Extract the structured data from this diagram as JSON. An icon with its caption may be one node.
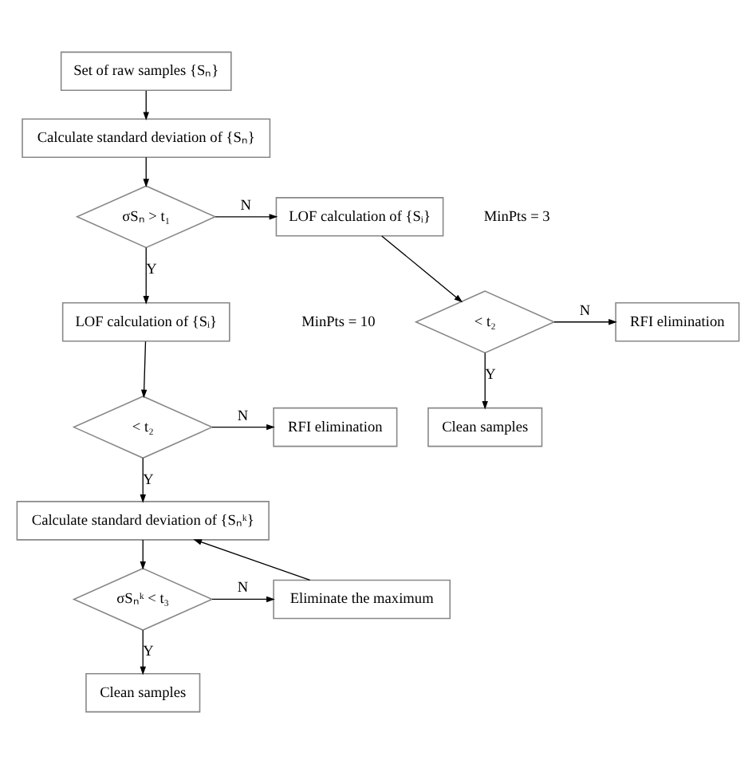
{
  "diagram": {
    "nodes": [
      {
        "text": [
          "Set of raw samples {Sₙ}"
        ]
      },
      {
        "text": [
          "Calculate standard deviation of {Sₙ}"
        ]
      },
      {
        "text": [
          "σSₙ > t₁"
        ]
      },
      {
        "text": [
          "LOF calculation of {Sᵢ}"
        ]
      },
      {
        "text": [
          "< t₂"
        ]
      },
      {
        "text": [
          "RFI elimination"
        ]
      },
      {
        "text": [
          "Calculate standard deviation of {Sₙᵏ}"
        ]
      },
      {
        "text": [
          "Eliminate the maximum"
        ]
      },
      {
        "text": [
          "σSₙᵏ < t₃"
        ]
      },
      {
        "text": [
          "Clean samples"
        ]
      },
      {
        "text": [
          "LOF calculation of {Sᵢ}"
        ]
      },
      {
        "text": [
          "< t₂"
        ]
      },
      {
        "text": [
          "RFI elimination"
        ]
      },
      {
        "text": [
          "Clean samples"
        ]
      }
    ],
    "edges": [
      {
        "from": 0,
        "to": 1,
        "arrow": "to"
      },
      {
        "from": 1,
        "to": 2,
        "arrow": "to"
      },
      {
        "from": 2,
        "to": 3,
        "arrow": "to",
        "label": "Y"
      },
      {
        "from": 2,
        "to": 10,
        "arrow": "to",
        "label": "N"
      },
      {
        "from": 3,
        "to": 4,
        "arrow": "to"
      },
      {
        "from": 4,
        "to": 5,
        "arrow": "to",
        "label": "N"
      },
      {
        "from": 4,
        "to": 6,
        "arrow": "to",
        "label": "Y"
      },
      {
        "from": 6,
        "to": 8,
        "arrow": "to"
      },
      {
        "from": 8,
        "to": 7,
        "arrow": "to",
        "label": "N"
      },
      {
        "from": 7,
        "to": 6,
        "arrow": "to"
      },
      {
        "from": 8,
        "to": 9,
        "arrow": "to",
        "label": "Y"
      },
      {
        "from": 10,
        "to": 11,
        "arrow": "to"
      },
      {
        "from": 11,
        "to": 12,
        "arrow": "to",
        "label": "N"
      },
      {
        "from": 11,
        "to": 13,
        "arrow": "to",
        "label": "Y"
      }
    ],
    "labels": [
      "MinPts = 3",
      "MinPts = 10"
    ]
  }
}
